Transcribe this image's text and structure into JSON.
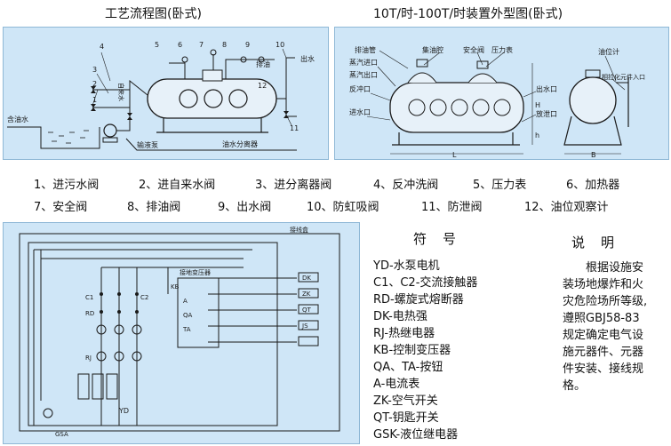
{
  "titles": {
    "left": "工艺流程图(卧式)",
    "right": "10T/时-100T/时装置外型图(卧式)"
  },
  "flow_diagram": {
    "numbers": [
      "1",
      "2",
      "3",
      "4",
      "5",
      "6",
      "7",
      "8",
      "9",
      "10",
      "11",
      "12"
    ],
    "labels": {
      "oily_water": "含油水",
      "tap_water": "自来水",
      "pump": "输液泵",
      "drain_oil": "排油",
      "water_out": "出水",
      "separator": "油水分离器"
    }
  },
  "outline_diagram": {
    "labels": {
      "drain_pipe": "排油管",
      "oil_chamber": "集油腔",
      "safety_valve": "安全阀",
      "pressure_gauge": "压力表",
      "steam_in": "蒸汽进口",
      "steam_out": "蒸汽出口",
      "backflush": "反冲口",
      "water_in": "进水口",
      "water_out": "出水口",
      "drain_port": "放泄口",
      "oil_level": "油位计",
      "phase_detector": "相拉化元件入口",
      "dim_L": "L",
      "dim_H": "H",
      "dim_B": "B",
      "dim_h": "h"
    }
  },
  "legend": [
    "1、进污水阀",
    "2、进自来水阀",
    "3、进分离器阀",
    "4、反冲洗阀",
    "5、压力表",
    "6、加热器",
    "7、安全阀",
    "8、排油阀",
    "9、出水阀",
    "10、防虹吸阀",
    "11、防泄阀",
    "12、油位观察计"
  ],
  "circuit": {
    "labels": {
      "junction_box": "接线盒",
      "transformer_box": "接地变压器",
      "motor": "YD",
      "gsa": "GSA"
    },
    "small": [
      "C1",
      "C2",
      "RD",
      "RJ",
      "KB",
      "A",
      "QA",
      "TA",
      "DK",
      "ZK",
      "QT",
      "JS"
    ]
  },
  "symbols": {
    "heading": "符号",
    "items": [
      "YD-水泵电机",
      "C1、C2-交流接触器",
      "RD-螺旋式熔断器",
      "DK-电热强",
      "RJ-热继电器",
      "KB-控制变压器",
      "QA、TA-按钮",
      "A-电流表",
      "ZK-空气开关",
      "QT-钥匙开关",
      "GSK-液位继电器"
    ]
  },
  "notes": {
    "heading": "说明",
    "lines": [
      "根据设施安",
      "装场地爆炸和火",
      "灾危险场所等级,",
      "遵照GBJ58-83",
      "规定确定电气设",
      "施元器件、元器",
      "件安装、接线规",
      "格。"
    ]
  },
  "colors": {
    "panel_bg": "#cfe6f7",
    "line": "#1a1a1a"
  }
}
